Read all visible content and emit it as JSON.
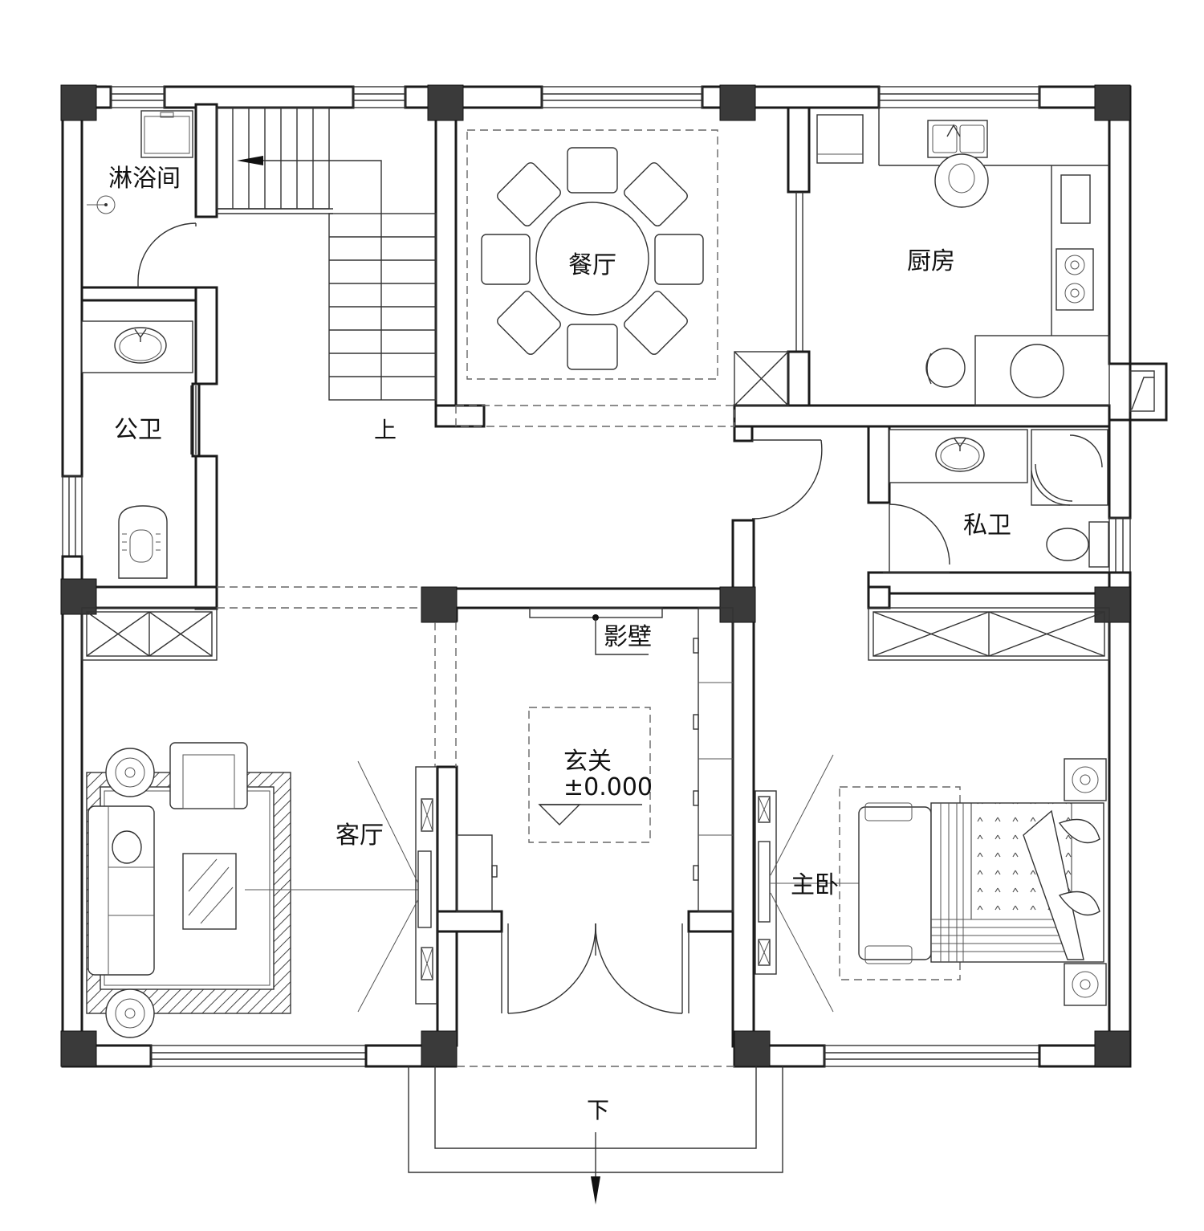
{
  "rooms": {
    "shower": "淋浴间",
    "public_bath": "公卫",
    "dining": "餐厅",
    "kitchen": "厨房",
    "private_bath": "私卫",
    "living": "客厅",
    "entrance": "玄关",
    "master_bedroom": "主卧"
  },
  "annotations": {
    "stair_up": "上",
    "screen_wall": "影壁",
    "elevation": "±0.000",
    "steps_down": "下"
  }
}
